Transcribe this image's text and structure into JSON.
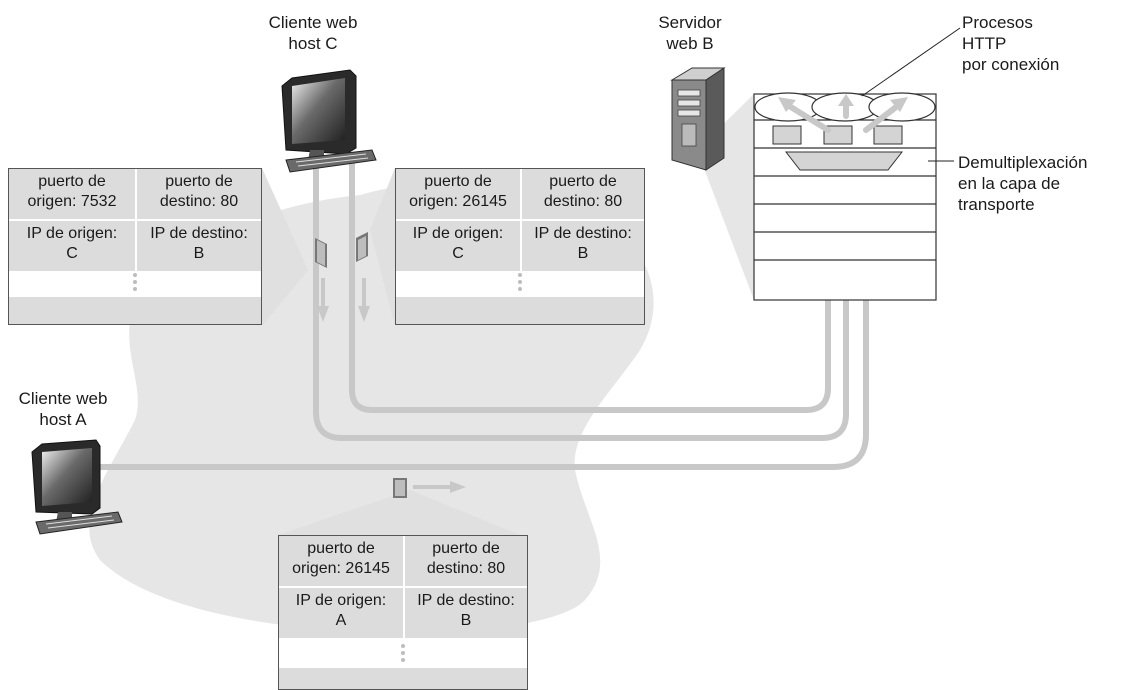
{
  "labels": {
    "client_c": [
      "Cliente web",
      "host C"
    ],
    "server_b": [
      "Servidor",
      "web B"
    ],
    "client_a": [
      "Cliente web",
      "host A"
    ],
    "processes": [
      "Procesos",
      "HTTP",
      "por conexión"
    ],
    "demux": [
      "Demultiplexación",
      "en la capa de",
      "transporte"
    ]
  },
  "segments": {
    "c_7532": {
      "src_port": [
        "puerto de",
        "origen: 7532"
      ],
      "dst_port": [
        "puerto de",
        "destino: 80"
      ],
      "src_ip": [
        "IP de origen:",
        "C"
      ],
      "dst_ip": [
        "IP de destino:",
        "B"
      ]
    },
    "c_26145": {
      "src_port": [
        "puerto de",
        "origen: 26145"
      ],
      "dst_port": [
        "puerto de",
        "destino: 80"
      ],
      "src_ip": [
        "IP de origen:",
        "C"
      ],
      "dst_ip": [
        "IP de destino:",
        "B"
      ]
    },
    "a_26145": {
      "src_port": [
        "puerto de",
        "origen: 26145"
      ],
      "dst_port": [
        "puerto de",
        "destino: 80"
      ],
      "src_ip": [
        "IP de origen:",
        "A"
      ],
      "dst_ip": [
        "IP de destino:",
        "B"
      ]
    }
  },
  "colors": {
    "network_cloud": "#e6e6e6",
    "connection_line": "#c8c8c8",
    "segment_fill": "#dcdcdc",
    "stack_stroke": "#333333"
  }
}
